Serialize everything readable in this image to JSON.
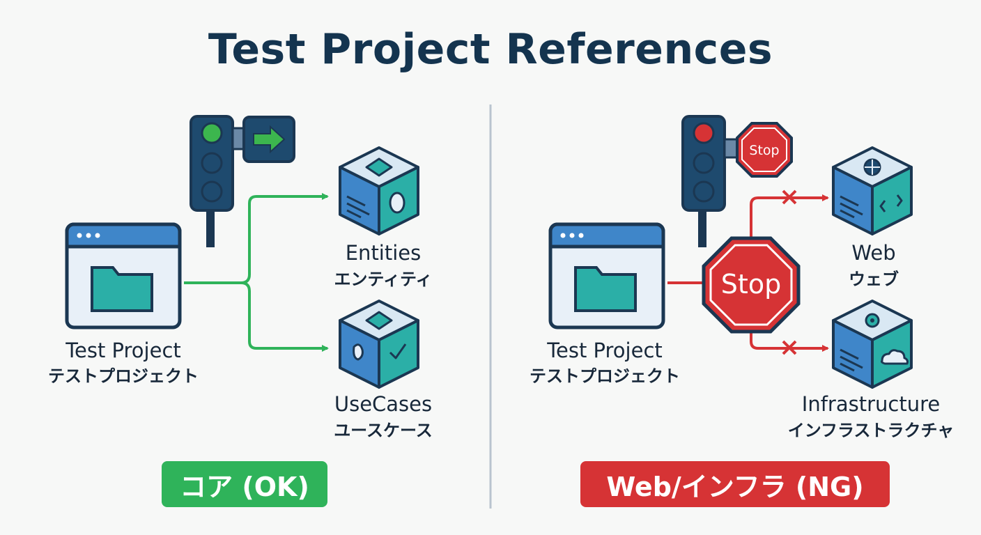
{
  "title": "Test Project References",
  "left": {
    "source": {
      "label_en": "Test Project",
      "label_jp": "テストプロジェクト"
    },
    "targets": [
      {
        "label_en": "Entities",
        "label_jp": "エンティティ"
      },
      {
        "label_en": "UseCases",
        "label_jp": "ユースケース"
      }
    ],
    "badge": "コア (OK)",
    "signal": "green"
  },
  "right": {
    "source": {
      "label_en": "Test Project",
      "label_jp": "テストプロジェクト"
    },
    "targets": [
      {
        "label_en": "Web",
        "label_jp": "ウェブ"
      },
      {
        "label_en": "Infrastructure",
        "label_jp": "インフラストラクチャ"
      }
    ],
    "stop_sign_large": "Stop",
    "stop_sign_small": "Stop",
    "badge": "Web/インフラ (NG)",
    "signal": "red"
  },
  "colors": {
    "ok": "#2fb35a",
    "ng": "#d63335",
    "outline": "#1b3752",
    "cube_blue": "#3f86c9",
    "cube_teal": "#2bafa7"
  }
}
